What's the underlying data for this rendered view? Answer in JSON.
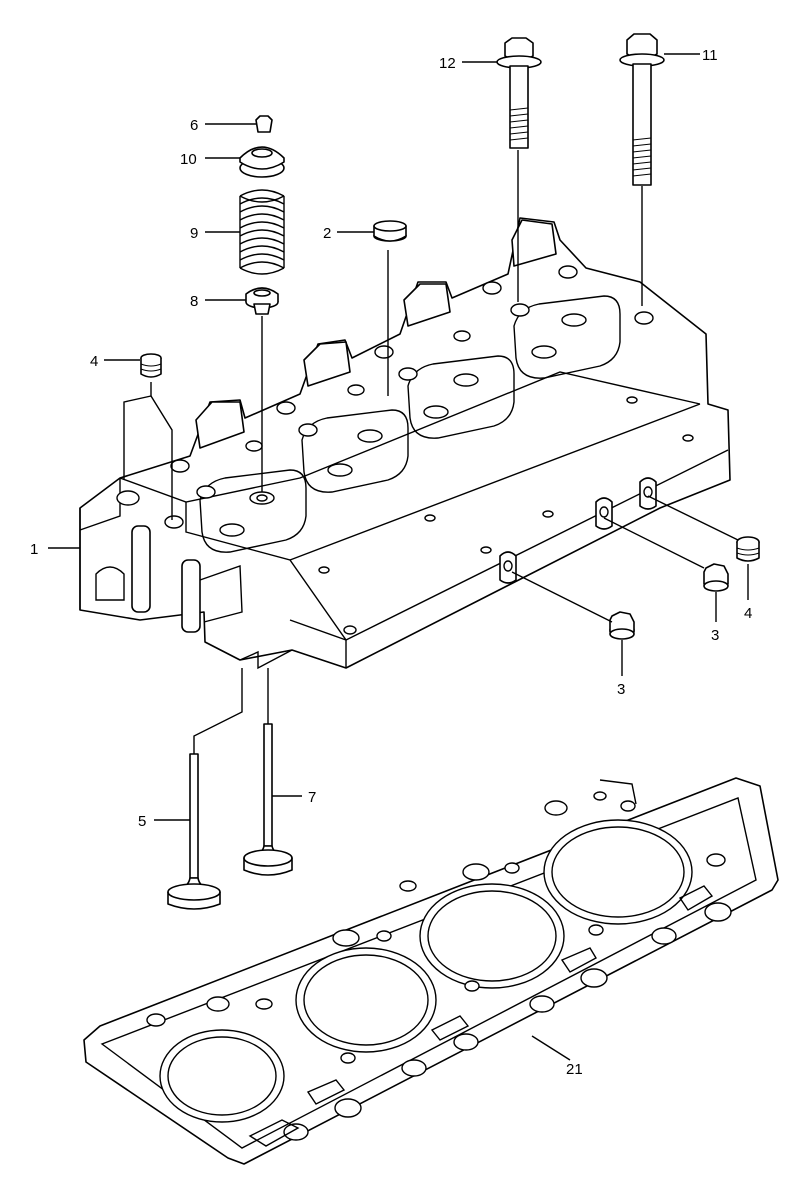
{
  "callouts": [
    {
      "id": "c1",
      "label": "1"
    },
    {
      "id": "c2",
      "label": "2"
    },
    {
      "id": "c3a",
      "label": "3"
    },
    {
      "id": "c3b",
      "label": "3"
    },
    {
      "id": "c4a",
      "label": "4"
    },
    {
      "id": "c4b",
      "label": "4"
    },
    {
      "id": "c5",
      "label": "5"
    },
    {
      "id": "c6",
      "label": "6"
    },
    {
      "id": "c7",
      "label": "7"
    },
    {
      "id": "c8",
      "label": "8"
    },
    {
      "id": "c9",
      "label": "9"
    },
    {
      "id": "c10",
      "label": "10"
    },
    {
      "id": "c11",
      "label": "11"
    },
    {
      "id": "c12",
      "label": "12"
    },
    {
      "id": "c21",
      "label": "21"
    }
  ]
}
